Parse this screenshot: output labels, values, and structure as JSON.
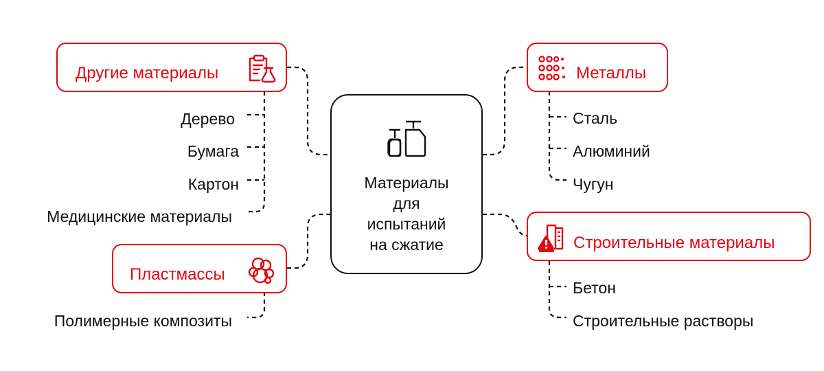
{
  "center": {
    "title_lines": [
      "Материалы",
      "для",
      "испытаний",
      "на сжатие"
    ],
    "icon": "specimens-icon"
  },
  "accent_color": "#e30613",
  "groups": {
    "other": {
      "label": "Другие материалы",
      "icon": "clipboard-flask-icon",
      "items": [
        "Дерево",
        "Бумага",
        "Картон",
        "Медицинские материалы"
      ]
    },
    "plastics": {
      "label": "Пластмассы",
      "icon": "bubbles-icon",
      "items": [
        "Полимерные композиты"
      ]
    },
    "metals": {
      "label": "Металлы",
      "icon": "dots-grid-icon",
      "items": [
        "Сталь",
        "Алюминий",
        "Чугун"
      ]
    },
    "construction": {
      "label": "Строительные материалы",
      "icon": "construction-icon",
      "items": [
        "Бетон",
        "Строительные растворы"
      ]
    }
  }
}
